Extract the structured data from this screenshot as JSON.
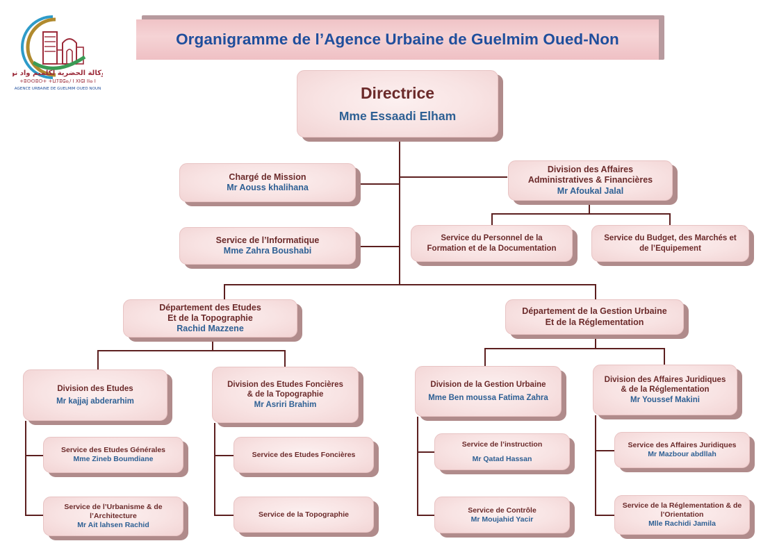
{
  "header": {
    "title": "Organigramme de l’Agence Urbaine de Guelmim Oued-Non",
    "logo": {
      "arabic": "الوكالة الحضرية لكلميم واد نون",
      "tifinagh": "ⵜⴰⵙⵏⵓⵔⴰⵢⵜ ⵜⴰⵖⵔⵎⴰⵏⵜ ⵏ ⴳⵍⵎⵉⵎ ⵡⴰⴷ ⵏⵓⵏ",
      "french": "AGENCE URBAINE DE GUELMIM OUED NOUN"
    }
  },
  "colors": {
    "title_text": "#1F4E9C",
    "role_text": "#6B2A2A",
    "person_text": "#2E6094",
    "box_fill": "#F8E3E3",
    "box_shadow": "#B08B8B",
    "connector": "#5C1F1F",
    "title_bar": "#F0C3C6"
  },
  "nodes": {
    "directrice": {
      "role": "Directrice",
      "person": "Mme Essaadi Elham"
    },
    "charge_mission": {
      "role": "Chargé de Mission",
      "person": "Mr Aouss khalihana"
    },
    "div_affaires": {
      "role": "Division des Affaires\nAdministratives & Financières",
      "person": "Mr Afoukal Jalal"
    },
    "svc_informatique": {
      "role": "Service de l’Informatique",
      "person": "Mme Zahra Boushabi"
    },
    "svc_personnel": {
      "role": "Service du Personnel de la\nFormation et de la Documentation",
      "person": ""
    },
    "svc_budget": {
      "role": "Service du Budget, des Marchés et\nde l’Equipement",
      "person": ""
    },
    "dep_etudes": {
      "role": "Département des Etudes\nEt de la Topographie",
      "person": "Rachid Mazzene"
    },
    "dep_gestion": {
      "role": "Département de la Gestion Urbaine\nEt de la Réglementation",
      "person": ""
    },
    "div_etudes": {
      "role": "Division des Etudes",
      "person": "Mr kajjaj abderarhim"
    },
    "div_foncieres": {
      "role": "Division des Etudes Foncières\n& de la Topographie",
      "person": "Mr Asriri Brahim"
    },
    "div_gestion": {
      "role": "Division de la Gestion Urbaine",
      "person": "Mme Ben moussa Fatima Zahra"
    },
    "div_juridiques": {
      "role": "Division des Affaires Juridiques\n& de la Réglementation",
      "person": "Mr Youssef Makini"
    },
    "svc_etudes_gen": {
      "role": "Service des Etudes Générales",
      "person": "Mme Zineb Boumdiane"
    },
    "svc_urbanisme": {
      "role": "Service de l’Urbanisme & de\nl’Architecture",
      "person": "Mr Ait lahsen Rachid"
    },
    "svc_etudes_fonc": {
      "role": "Service des Etudes Foncières",
      "person": ""
    },
    "svc_topographie": {
      "role": "Service de la Topographie",
      "person": ""
    },
    "svc_instruction": {
      "role": "Service de l’instruction",
      "person": "Mr Qatad Hassan"
    },
    "svc_controle": {
      "role": "Service de Contrôle",
      "person": "Mr Moujahid Yacir"
    },
    "svc_juridiques": {
      "role": "Service des Affaires Juridiques",
      "person": "Mr Mazbour abdllah"
    },
    "svc_reglementation": {
      "role": "Service de la Réglementation & de\nl’Orientation",
      "person": "Mlle Rachidi Jamila"
    }
  }
}
